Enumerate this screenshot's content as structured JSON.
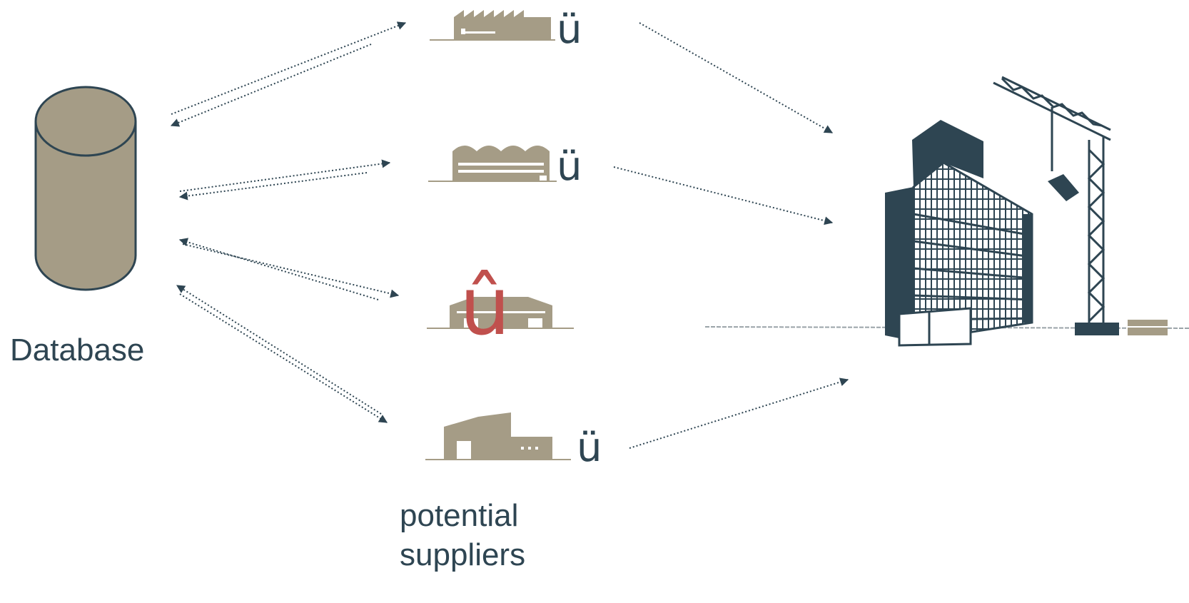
{
  "labels": {
    "database": "Database",
    "suppliers_line1": "potential",
    "suppliers_line2": "suppliers"
  },
  "suppliers": [
    {
      "name": "factory-sawtooth",
      "status_mark": "ü",
      "status": "ok"
    },
    {
      "name": "factory-arched",
      "status_mark": "ü",
      "status": "ok"
    },
    {
      "name": "warehouse",
      "status_mark": "û",
      "status": "rejected"
    },
    {
      "name": "workshop",
      "status_mark": "ü",
      "status": "ok"
    }
  ],
  "colors": {
    "building_fill": "#a59c86",
    "outline": "#2e4552",
    "accept": "#2e4552",
    "reject": "#c0504d",
    "arrow": "#2e4552"
  },
  "icons": {
    "database": "database-cylinder-icon",
    "construction_site": "building-with-crane-icon"
  }
}
